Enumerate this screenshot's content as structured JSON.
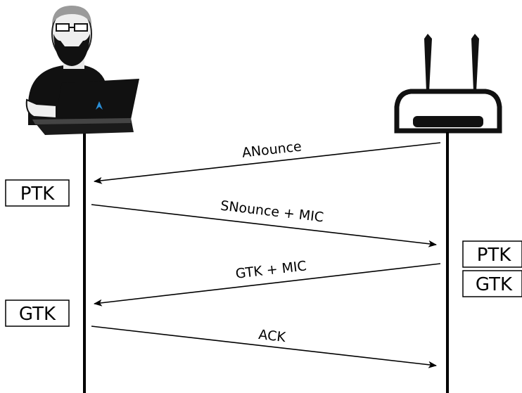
{
  "client": {
    "name": "",
    "laptop_logo_color": "#2a8fd8",
    "keys": [
      "PTK",
      "GTK"
    ]
  },
  "access_point": {
    "name": "",
    "keys": [
      "PTK",
      "GTK"
    ]
  },
  "messages": [
    {
      "label": "ANounce",
      "direction": "ap-to-client"
    },
    {
      "label": "SNounce + MIC",
      "direction": "client-to-ap"
    },
    {
      "label": "GTK + MIC",
      "direction": "ap-to-client"
    },
    {
      "label": "ACK",
      "direction": "client-to-ap"
    }
  ]
}
